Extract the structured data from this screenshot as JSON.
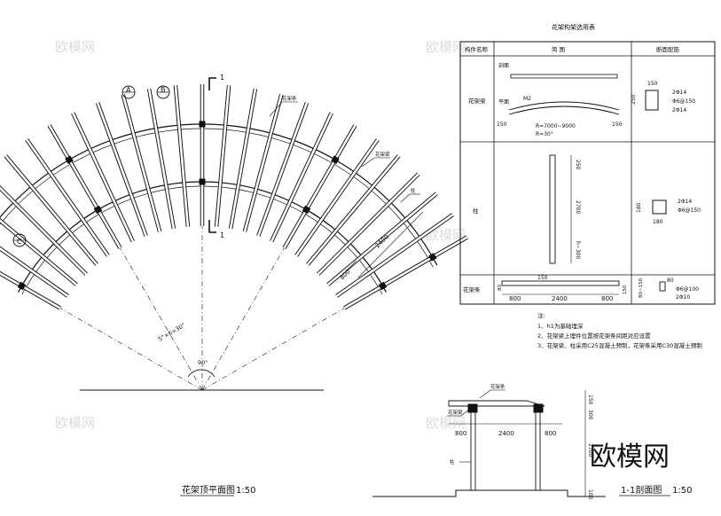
{
  "plan": {
    "title": "花架顶平面图",
    "scale": "1:50",
    "axis_a": "A",
    "axis_b": "B",
    "axis_c": "C",
    "section_mark": "1",
    "label_beam_strip": "花架条",
    "label_beam": "花架梁",
    "label_column": "柱",
    "dim_spacing": "5°×6=30°",
    "dim_angle": "90°",
    "dim_width": "2400",
    "dim_overhang": "800"
  },
  "table": {
    "title": "花架构架选用表",
    "headers": [
      "构件名称",
      "简  图",
      "断面配筋"
    ],
    "rows": [
      {
        "name": "花架梁",
        "elevation_label": "剖面",
        "plan_label": "平面",
        "m_label": "M2",
        "r1": "R=7000~9000",
        "r2": "R=30°",
        "d150a": "150",
        "d150b": "150",
        "sec_w": "150",
        "sec_h": "250",
        "rebar_top": "2Φ14",
        "stirrup": "Φ6@150",
        "rebar_bot": "2Φ14"
      },
      {
        "name": "柱",
        "d250": "250",
        "d2700": "2700",
        "dh300": "h~300",
        "sec_side": "180",
        "sec_bot": "180",
        "rebar": "2Φ14",
        "stirrup": "Φ6@150"
      },
      {
        "name": "花架条",
        "d150": "150",
        "d800a": "800",
        "d2400": "2400",
        "d800b": "800",
        "d80": "80",
        "d150r": "150",
        "d80150": "80~150",
        "d80s": "80",
        "stirrup": "Φ6@100",
        "rebar": "2Φ10"
      }
    ]
  },
  "notes": {
    "title": "注:",
    "items": [
      "1、h1为基础埋深",
      "2、花架梁上埋件位置按花架条间距对应设置",
      "3、花架梁、柱采用C25混凝土预制，花架条采用C30混凝土预制"
    ]
  },
  "section": {
    "title": "1-1剖面图",
    "scale": "1:50",
    "label_strip": "花架条",
    "label_beam": "花架梁",
    "label_column": "柱",
    "d800a": "800",
    "d2400": "2400",
    "d800b": "800",
    "d150": "150",
    "d300": "300",
    "d2700": "2700",
    "d100": "100"
  },
  "watermark": "欧模网"
}
